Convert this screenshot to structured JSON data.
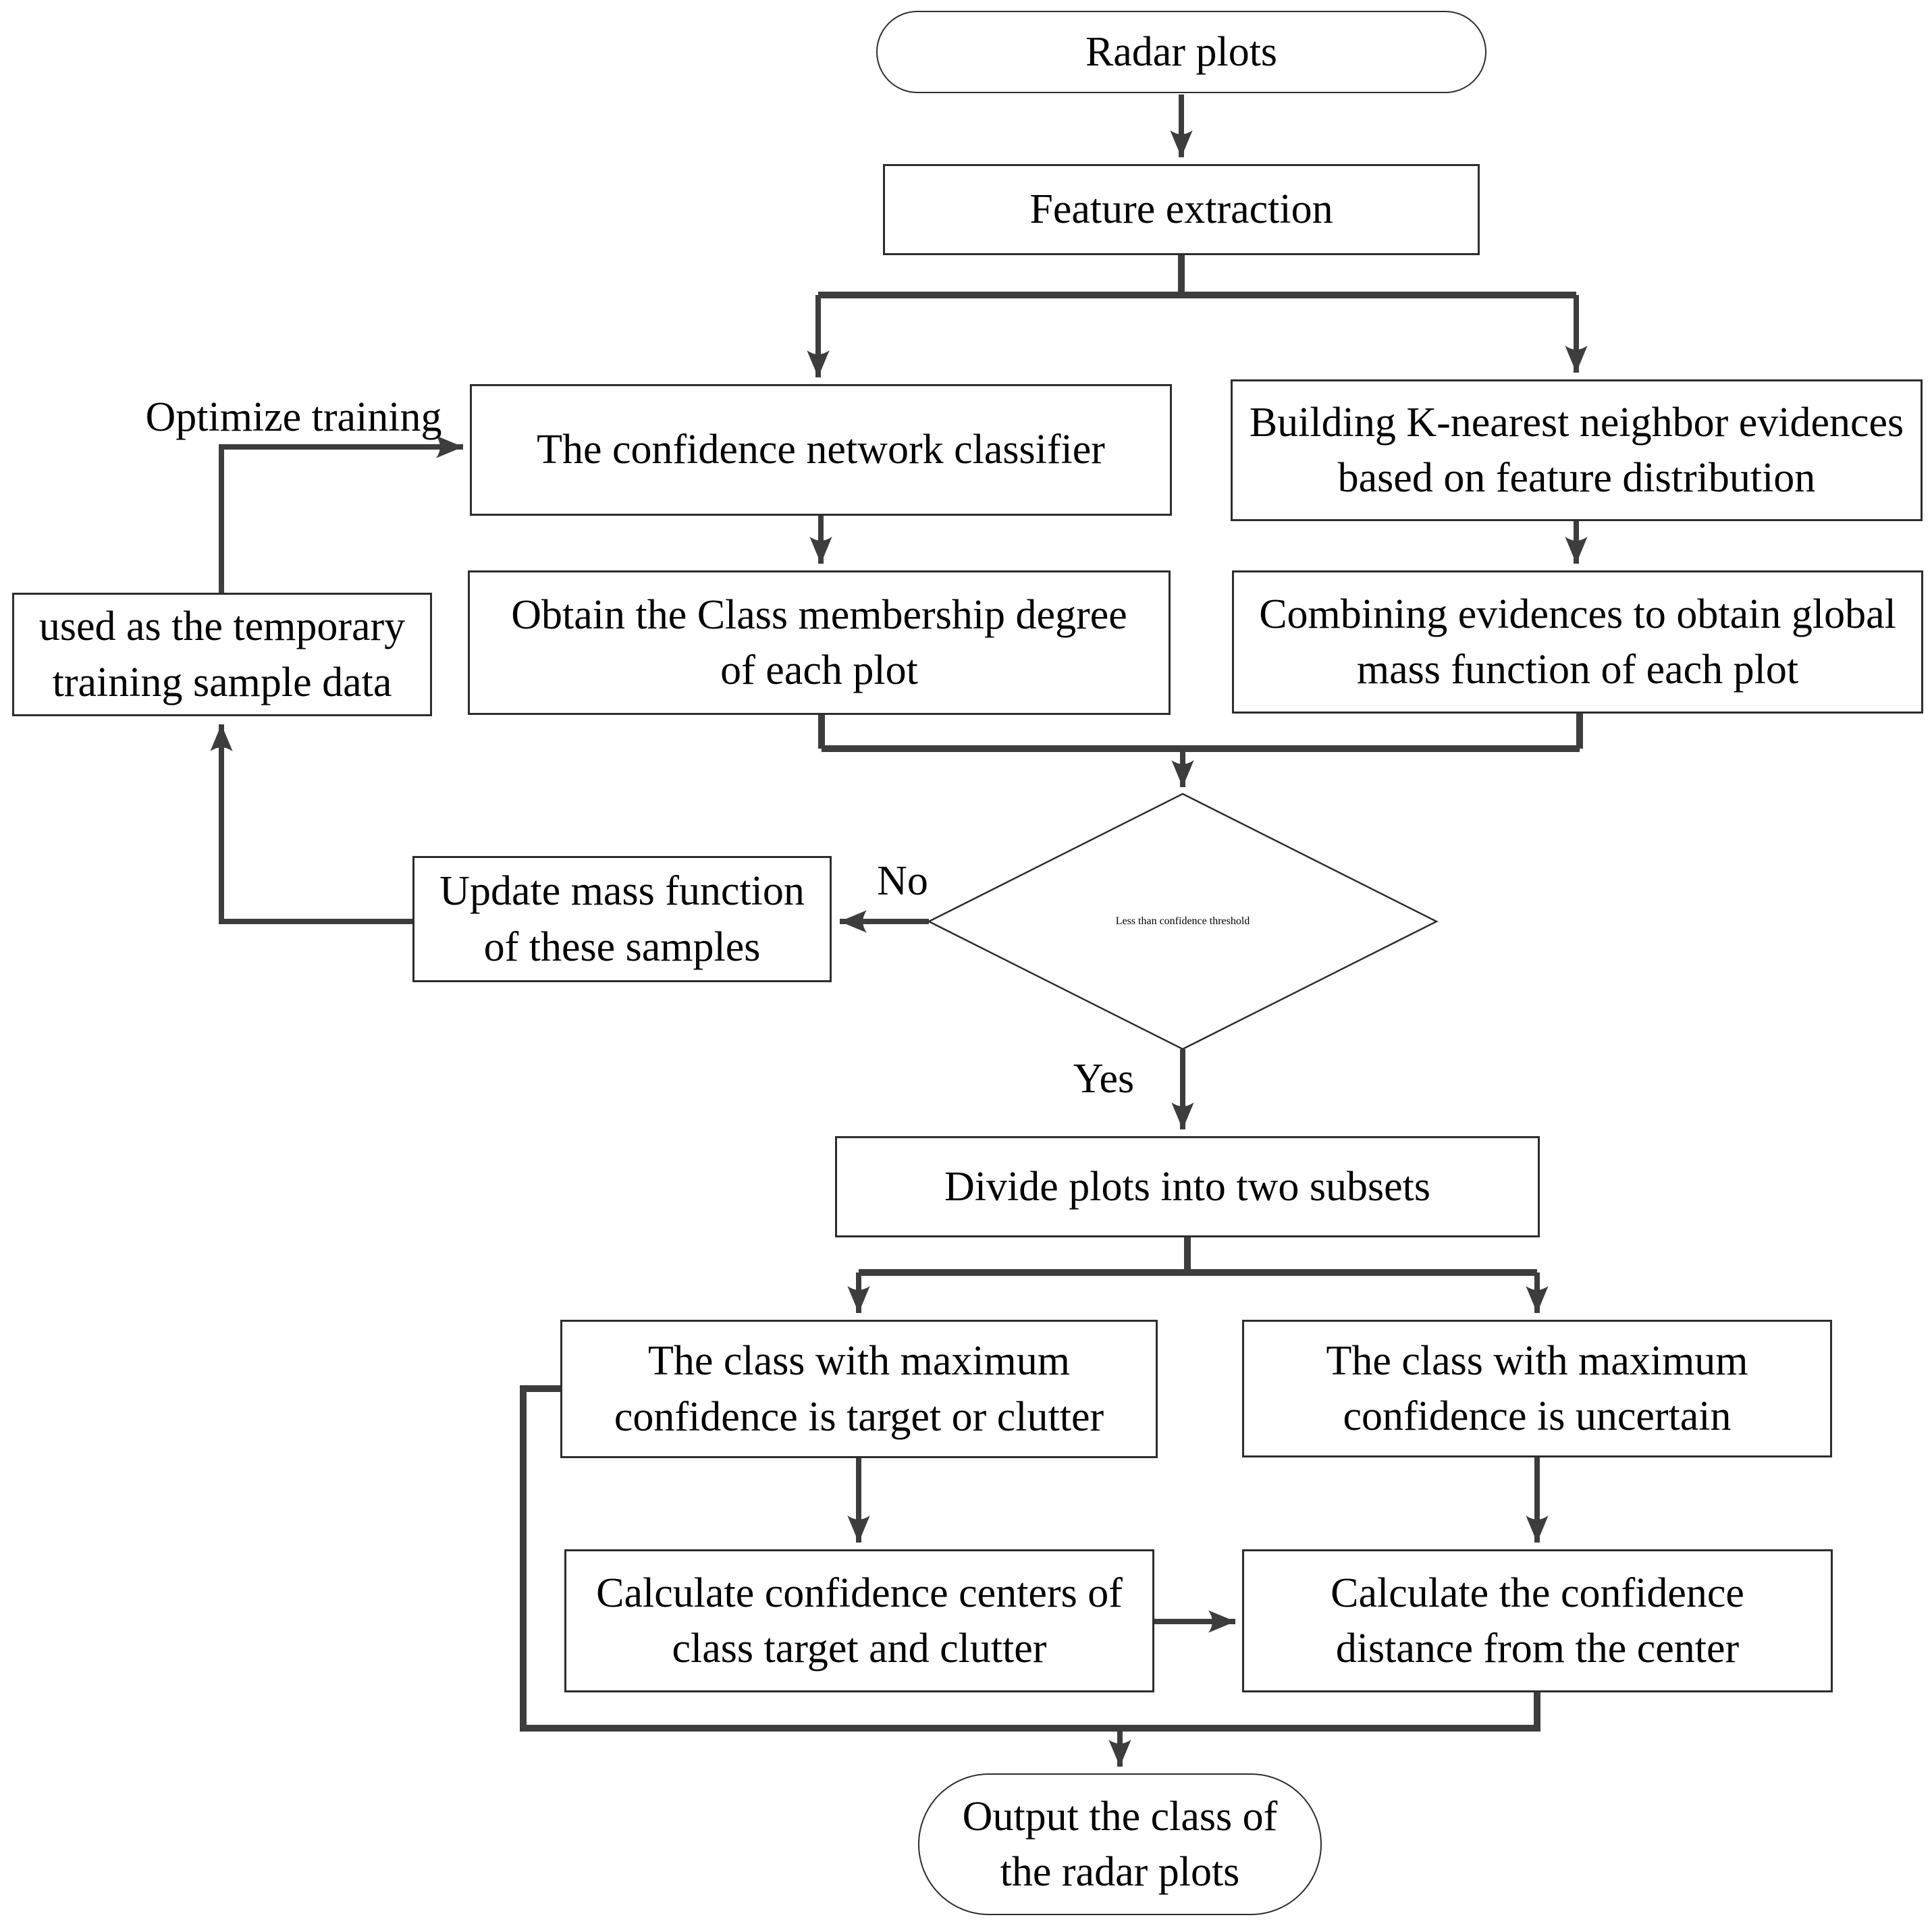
{
  "diagram": {
    "type": "flowchart",
    "colors": {
      "connector": "#3d3d3d",
      "node_border": "#2d2d2d",
      "node_fill": "#ffffff",
      "text": "#000000",
      "background": "#ffffff"
    },
    "nodes": {
      "radar_plots": {
        "shape": "stadium",
        "label": "Radar plots"
      },
      "feature_extraction": {
        "shape": "rect",
        "label": "Feature extraction"
      },
      "confidence_classifier": {
        "shape": "rect",
        "label": "The  confidence network classifier"
      },
      "knn_evidences": {
        "shape": "rect",
        "label": "Building K-nearest neighbor evidences\nbased on feature distribution"
      },
      "class_membership": {
        "shape": "rect",
        "label": "Obtain the Class membership degree\nof each plot"
      },
      "combine_evidences": {
        "shape": "rect",
        "label": "Combining evidences to obtain global\nmass function of each plot"
      },
      "threshold_decision": {
        "shape": "diamond",
        "label": "Less than confidence\nthreshold"
      },
      "update_mass_function": {
        "shape": "rect",
        "label": "Update mass function\nof these samples"
      },
      "temporary_training_data": {
        "shape": "rect",
        "label": "used as the temporary\ntraining sample data"
      },
      "divide_plots": {
        "shape": "rect",
        "label": "Divide plots into two subsets"
      },
      "max_conf_target_clutter": {
        "shape": "rect",
        "label": "The class with maximum\nconfidence is target or clutter"
      },
      "max_conf_uncertain": {
        "shape": "rect",
        "label": "The class with maximum\nconfidence is uncertain"
      },
      "confidence_centers": {
        "shape": "rect",
        "label": "Calculate confidence centers of\nclass target and clutter"
      },
      "confidence_distance": {
        "shape": "rect",
        "label": "Calculate the confidence\ndistance from the center"
      },
      "output_class": {
        "shape": "stadium",
        "label": "Output the class of\nthe radar plots"
      }
    },
    "edge_labels": {
      "optimize_training": "Optimize training",
      "no": "No",
      "yes": "Yes"
    }
  }
}
